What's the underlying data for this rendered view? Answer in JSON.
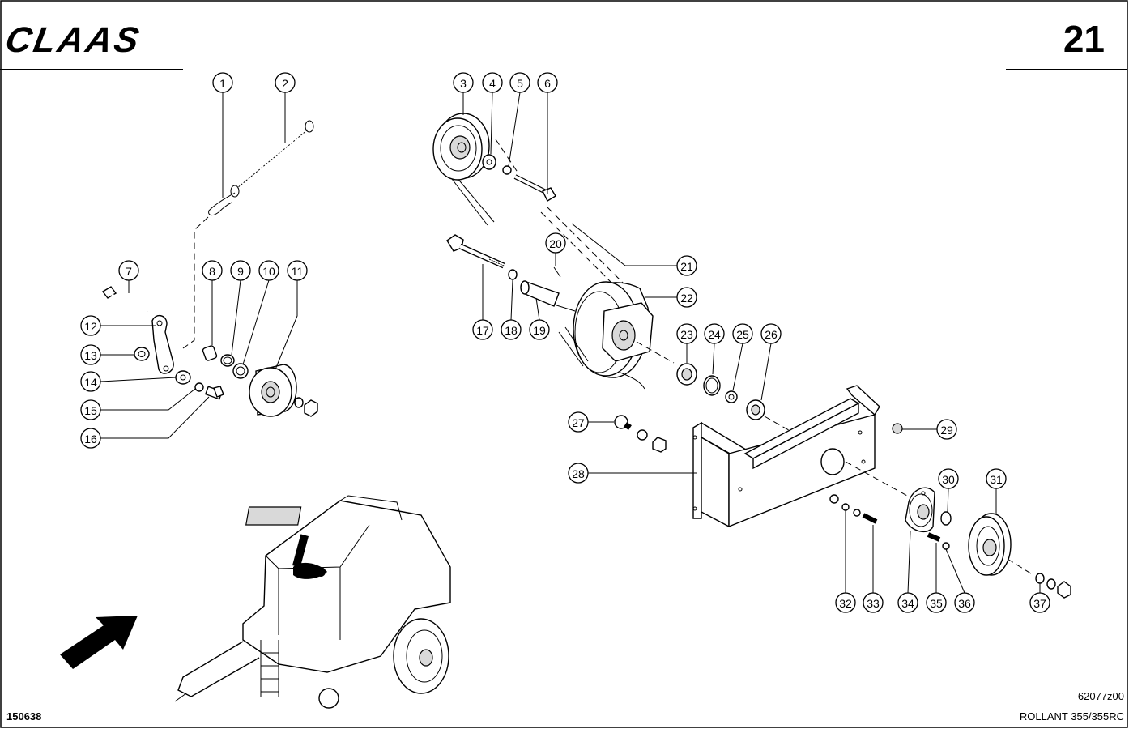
{
  "header": {
    "brand": "CLAAS",
    "page_number": "21"
  },
  "footer": {
    "left_code": "150638",
    "right_code": "62077z00",
    "model": "ROLLANT 355/355RC"
  },
  "callouts": [
    {
      "label": "1"
    },
    {
      "label": "2"
    },
    {
      "label": "3"
    },
    {
      "label": "4"
    },
    {
      "label": "5"
    },
    {
      "label": "6"
    },
    {
      "label": "7"
    },
    {
      "label": "8"
    },
    {
      "label": "9"
    },
    {
      "label": "10"
    },
    {
      "label": "11"
    },
    {
      "label": "12"
    },
    {
      "label": "13"
    },
    {
      "label": "14"
    },
    {
      "label": "15"
    },
    {
      "label": "16"
    },
    {
      "label": "17"
    },
    {
      "label": "18"
    },
    {
      "label": "19"
    },
    {
      "label": "20"
    },
    {
      "label": "21"
    },
    {
      "label": "22"
    },
    {
      "label": "23"
    },
    {
      "label": "24"
    },
    {
      "label": "25"
    },
    {
      "label": "26"
    },
    {
      "label": "27"
    },
    {
      "label": "28"
    },
    {
      "label": "29"
    },
    {
      "label": "30"
    },
    {
      "label": "31"
    },
    {
      "label": "32"
    },
    {
      "label": "33"
    },
    {
      "label": "34"
    },
    {
      "label": "35"
    },
    {
      "label": "36"
    },
    {
      "label": "37"
    }
  ]
}
